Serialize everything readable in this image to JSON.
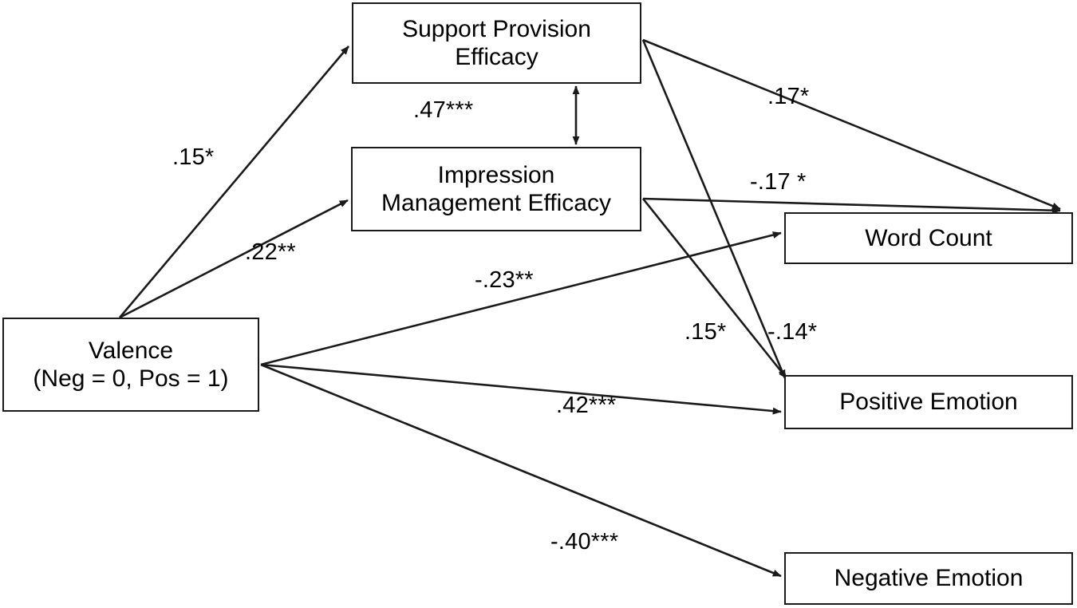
{
  "diagram": {
    "type": "path-model",
    "title": "",
    "background_color": "#ffffff",
    "line_color": "#1a1a1a",
    "text_color": "#000000",
    "nodes": [
      {
        "id": "support_provision_efficacy",
        "label": "Support Provision\nEfficacy"
      },
      {
        "id": "impression_management_efficacy",
        "label": "Impression\nManagement Efficacy"
      },
      {
        "id": "valence",
        "label": "Valence\n(Neg = 0, Pos = 1)"
      },
      {
        "id": "word_count",
        "label": "Word Count"
      },
      {
        "id": "positive_emotion",
        "label": "Positive Emotion"
      },
      {
        "id": "negative_emotion",
        "label": "Negative Emotion"
      }
    ],
    "paths": [
      {
        "id": "valence_to_spe",
        "from": "valence",
        "to": "support_provision_efficacy",
        "coefficient": ".15*",
        "arrow": "single"
      },
      {
        "id": "valence_to_ime",
        "from": "valence",
        "to": "impression_management_efficacy",
        "coefficient": ".22**",
        "arrow": "single"
      },
      {
        "id": "spe_ime_covariance",
        "from": "support_provision_efficacy",
        "to": "impression_management_efficacy",
        "coefficient": ".47***",
        "arrow": "double"
      },
      {
        "id": "spe_to_word_count",
        "from": "support_provision_efficacy",
        "to": "word_count",
        "coefficient": ".17*",
        "arrow": "single"
      },
      {
        "id": "ime_to_word_count",
        "from": "impression_management_efficacy",
        "to": "word_count",
        "coefficient": "-.17 *",
        "arrow": "single"
      },
      {
        "id": "spe_to_positive_emotion",
        "from": "support_provision_efficacy",
        "to": "positive_emotion",
        "coefficient": ".15*",
        "arrow": "single"
      },
      {
        "id": "ime_to_positive_emotion",
        "from": "impression_management_efficacy",
        "to": "positive_emotion",
        "coefficient": "-.14*",
        "arrow": "single"
      },
      {
        "id": "valence_to_word_count",
        "from": "valence",
        "to": "word_count",
        "coefficient": "-.23**",
        "arrow": "single"
      },
      {
        "id": "valence_to_positive_emotion",
        "from": "valence",
        "to": "positive_emotion",
        "coefficient": ".42***",
        "arrow": "single"
      },
      {
        "id": "valence_to_negative_emotion",
        "from": "valence",
        "to": "negative_emotion",
        "coefficient": "-.40***",
        "arrow": "single"
      }
    ]
  }
}
